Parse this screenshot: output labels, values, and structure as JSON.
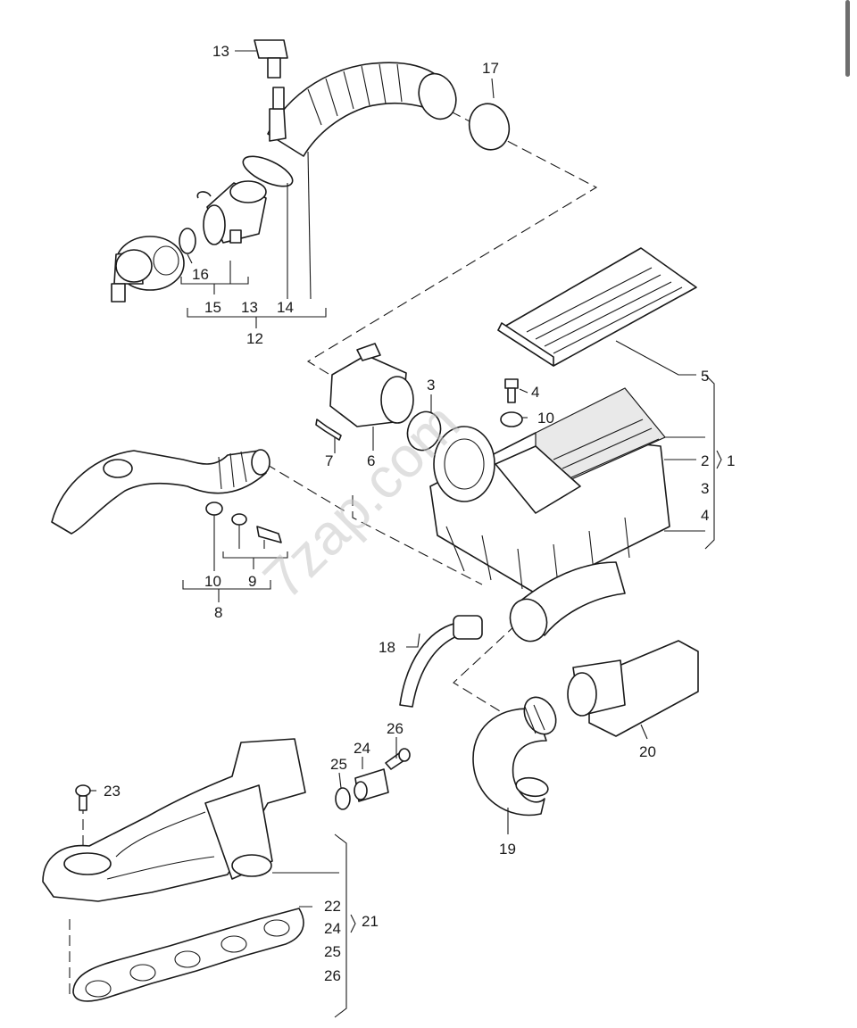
{
  "diagram": {
    "watermark": "7zap.com",
    "callouts": [
      {
        "id": "c13a",
        "text": "13"
      },
      {
        "id": "c17",
        "text": "17"
      },
      {
        "id": "c16",
        "text": "16"
      },
      {
        "id": "c15",
        "text": "15"
      },
      {
        "id": "c13b",
        "text": "13"
      },
      {
        "id": "c14",
        "text": "14"
      },
      {
        "id": "c12",
        "text": "12"
      },
      {
        "id": "c3a",
        "text": "3"
      },
      {
        "id": "c4a",
        "text": "4"
      },
      {
        "id": "c10a",
        "text": "10"
      },
      {
        "id": "c5",
        "text": "5"
      },
      {
        "id": "c2",
        "text": "2"
      },
      {
        "id": "c1",
        "text": "1"
      },
      {
        "id": "c3b",
        "text": "3"
      },
      {
        "id": "c4b",
        "text": "4"
      },
      {
        "id": "c7",
        "text": "7"
      },
      {
        "id": "c6",
        "text": "6"
      },
      {
        "id": "c10b",
        "text": "10"
      },
      {
        "id": "c9",
        "text": "9"
      },
      {
        "id": "c8",
        "text": "8"
      },
      {
        "id": "c18",
        "text": "18"
      },
      {
        "id": "c20",
        "text": "20"
      },
      {
        "id": "c26a",
        "text": "26"
      },
      {
        "id": "c24a",
        "text": "24"
      },
      {
        "id": "c25a",
        "text": "25"
      },
      {
        "id": "c23",
        "text": "23"
      },
      {
        "id": "c19",
        "text": "19"
      },
      {
        "id": "c22",
        "text": "22"
      },
      {
        "id": "c24b",
        "text": "24"
      },
      {
        "id": "c21",
        "text": "21"
      },
      {
        "id": "c25b",
        "text": "25"
      },
      {
        "id": "c26b",
        "text": "26"
      }
    ]
  }
}
